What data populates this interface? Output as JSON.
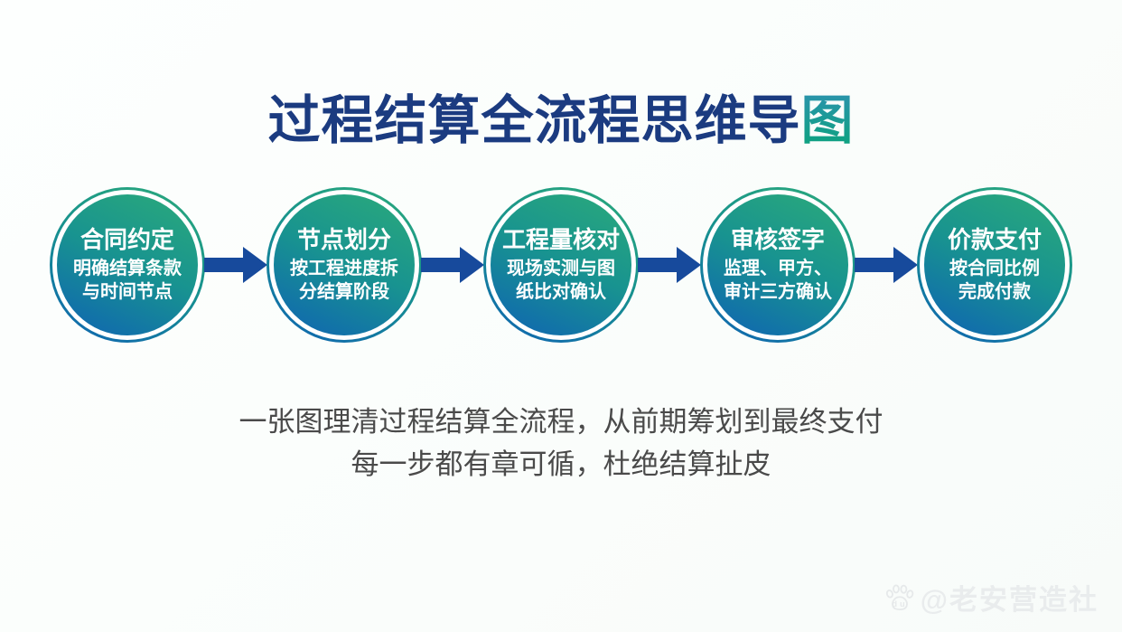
{
  "title": {
    "main": "过程结算全流程思维导",
    "accent": "图"
  },
  "flow": {
    "steps": [
      {
        "title": "合同约定",
        "desc_line1": "明确结算条款",
        "desc_line2": "与时间节点"
      },
      {
        "title": "节点划分",
        "desc_line1": "按工程进度拆",
        "desc_line2": "分结算阶段"
      },
      {
        "title": "工程量核对",
        "desc_line1": "现场实测与图",
        "desc_line2": "纸比对确认"
      },
      {
        "title": "审核签字",
        "desc_line1": "监理、甲方、",
        "desc_line2": "审计三方确认"
      },
      {
        "title": "价款支付",
        "desc_line1": "按合同比例",
        "desc_line2": "完成付款"
      }
    ]
  },
  "caption": {
    "line1": "一张图理清过程结算全流程，从前期筹划到最终支付",
    "line2": "每一步都有章可循，杜绝结算扯皮"
  },
  "watermark": {
    "icon": "baidu-paw-icon",
    "icon_label": "du",
    "text": "@老安营造社"
  },
  "colors": {
    "title_navy": "#1b3b80",
    "accent_teal_top": "#2b93ad",
    "accent_teal_bottom": "#0ca37c",
    "circle_green": "#2baa7a",
    "circle_blue": "#0f63b3",
    "arrow_navy": "#174a9c",
    "caption_gray": "#4a4a4a",
    "background": "#fbfdfc"
  }
}
